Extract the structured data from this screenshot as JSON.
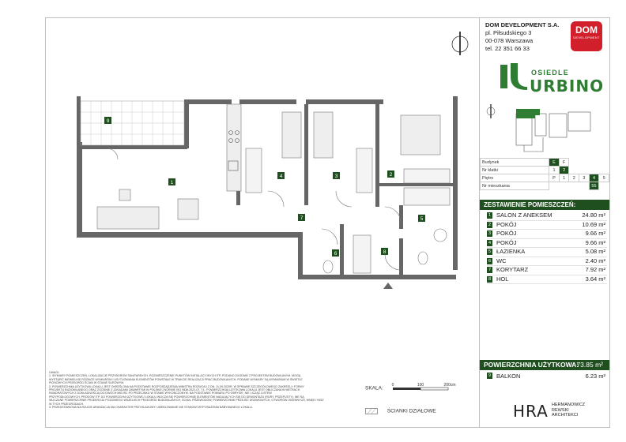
{
  "company": {
    "name": "DOM DEVELOPMENT S.A.",
    "street": "pl. Piłsudskiego 3",
    "city": "00-078 Warszawa",
    "phone": "tel. 22 351 66 33"
  },
  "dom_logo": {
    "text": "DOM",
    "sub": "DEVELOPMENT"
  },
  "brand": {
    "osiedle": "OSIEDLE",
    "name": "URBINO",
    "accent_color": "#2e7d32",
    "dark_color": "#1f4f1f"
  },
  "info": {
    "budynek_label": "Budynek",
    "budynek": [
      "E",
      "F"
    ],
    "klatka_label": "Nr klatki",
    "klatka": [
      "1",
      "2"
    ],
    "pietro_label": "Piętro",
    "pietro": [
      "P",
      "1",
      "2",
      "3",
      "4",
      "5"
    ],
    "mieszkanie_label": "Nr mieszkania",
    "mieszkanie": "55"
  },
  "rooms_title": "ZESTAWIENIE POMIESZCZEŃ:",
  "rooms": [
    {
      "no": "1",
      "name": "SALON Z ANEKSEM",
      "area": "24.80 m²"
    },
    {
      "no": "2",
      "name": "POKÓJ",
      "area": "10.69 m²"
    },
    {
      "no": "3",
      "name": "POKÓJ",
      "area": "9.66 m²"
    },
    {
      "no": "4",
      "name": "POKÓJ",
      "area": "9.66 m²"
    },
    {
      "no": "5",
      "name": "ŁAZIENKA",
      "area": "5.08 m²"
    },
    {
      "no": "6",
      "name": "WC",
      "area": "2.40 m²"
    },
    {
      "no": "7",
      "name": "KORYTARZ",
      "area": "7.92 m²"
    },
    {
      "no": "8",
      "name": "HOL",
      "area": "3.64 m²"
    }
  ],
  "usable": {
    "label": "POWIERZCHNIA UŻYTKOWA:",
    "value": "73.85 m²"
  },
  "balcony": {
    "no": "9",
    "name": "BALKON",
    "area": "6.23 m²"
  },
  "notes": {
    "title": "UWAGI:",
    "lines": [
      "1. WYMIARY POMIESZCZEŃ, LOKALIZACJE PRZYBORÓW SANITARNYCH, ROZMIESZCZENIE PUNKTÓW INSTALACYJNYCH ITP. PODANO ZGODNIE Z PROJEKTEM BUDOWLANYM. MOGĄ",
      "WYSTĄPIĆ NIEWIELKIE RÓŻNICE WYMIARÓW I USYTUOWANIA ELEMENTÓW POWSTAŁE W TRAKCIE REALIZACJI PRAC BUDOWLANYCH. PODANE WYMIARY SĄ WYMIARAMI W ŚWIETLE",
      "PIONOWYCH PRZEGRÓD ŚCIAN W STANIE SUROWYM.",
      "2. POWIERZCHNIA UŻYTKOWA LOKALU JEST OKREŚLONA NA PODSTAWIE ROZPORZĄDZENIA MINISTRA ROZWOJU Z DN. 11.09.2020R. W SPRAWIE SZCZEGÓŁOWEGO ZAKRESU I FORMY",
      "PROJEKTU BUDOWLANEGO ORAZ ZGODNIE Z ZASADAMI ZAWARTYMI W POLSKIEJ NORMIE ISO 9836:2022-07. TJ.: POWIERZCHNIA UŻYTKOWA LOKALU JEST OBLICZANA W METRACH",
      "KWADRATOWYCH Z DOKŁADNOŚCIĄ DO DWÓCH MIEJSC PO PRZECINKU W STANIE WYKOŃCZONYM. NA PODSTAWIE POMIARU PO OBRYSIE, NIE LICZĄC LISTEW",
      "PRZYPODŁOGOWYCH, PROGÓW ITP. DO POWIERZCHNI UŻYTKOWEJ LOKALU WLICZA SIĘ POWIERZCHNIĘ ELEMENTÓW NADAJĄCYCH SIĘ DO DEMONTAŻU (RURY, PRZEPUSTY). NIE SĄ",
      "WLICZANE POWIERZCHNIE PRZEKROJU POZIOMEGO WSZELKICH PRZEGRÓD BUDOWLANYCH, ŚCIAN, PRZEWODÓW, POWIERZCHNIE PRZEJŚĆ DRZWIOWYCH, OTWORÓW OKIENNYCH, WNĘK I NISZ",
      "W TYCH PRZEGRODACH.",
      "3. PRZEDSTAWIONA NA RZUCIE ARANŻACJA MA CHARAKTER PRZYKŁADOWY. UMEBLOWANIE NIE STANOWI WYPOSAŻENIA NABYWANEGO LOKALU."
    ]
  },
  "scale": {
    "label": "SKALA:",
    "ticks": [
      "0",
      "100",
      "200cm"
    ]
  },
  "partition_label": "ŚCIANKI DZIAŁOWE",
  "architect": {
    "logo": "HRA",
    "line1": "HERMANOWICZ",
    "line2": "REWSKI",
    "line3": "ARCHITEKCI"
  },
  "plan_labels": [
    "1",
    "2",
    "3",
    "4",
    "5",
    "6",
    "7",
    "8",
    "9"
  ]
}
